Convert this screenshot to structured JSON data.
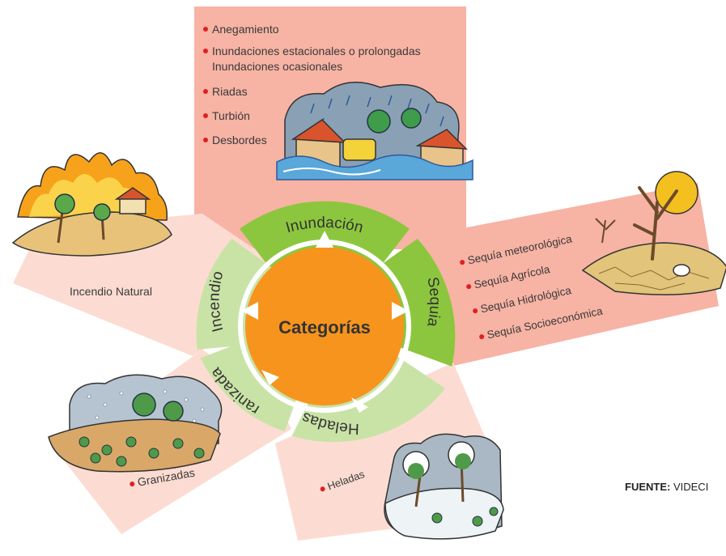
{
  "center": {
    "label": "Categorías"
  },
  "categories": {
    "inundacion": {
      "name": "Inundación",
      "items": [
        "Anegamiento",
        "Inundaciones estacionales o prolongadas",
        "Inundaciones ocasionales",
        "Riadas",
        "Turbión",
        "Desbordes"
      ]
    },
    "sequia": {
      "name": "Sequia",
      "items": [
        "Sequía meteorológica",
        "Sequía Agrícola",
        "Sequía Hidrológica",
        "Sequía Socioeconómica"
      ]
    },
    "heladas": {
      "name": "Heladas",
      "items": [
        "Heladas"
      ]
    },
    "granizadas": {
      "name": "Granizadas",
      "items": [
        "Granizadas"
      ]
    },
    "incendio": {
      "name": "Incendio",
      "items": [
        "Incendio Natural"
      ]
    }
  },
  "source": {
    "label": "FUENTE:",
    "value": "VIDECI"
  },
  "colors": {
    "panel_salmon": "#f7b3a4",
    "panel_light": "#fcdcd2",
    "ring_dark_green": "#8cc63e",
    "ring_light_green": "#c9e3a6",
    "center_orange": "#f7941d",
    "bullet_red": "#e02020"
  },
  "illustrations": [
    "flood-scene",
    "drought-scene",
    "frost-scene",
    "hail-scene",
    "wildfire-scene"
  ]
}
